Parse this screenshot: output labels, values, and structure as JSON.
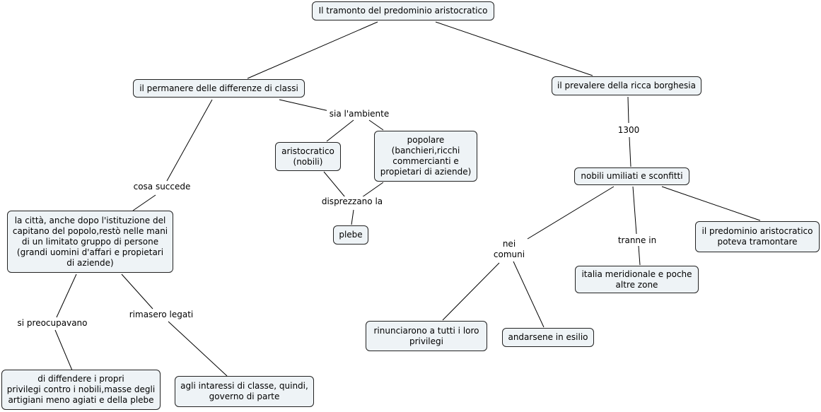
{
  "nodes": {
    "root": "Il tramonto del predominio aristocratico",
    "permanere": "il permanere delle differenze di classi",
    "prevalere": "il prevalere della ricca borghesia",
    "aristocratico": "aristocratico\n(nobili)",
    "popolare": "popolare\n(banchieri,ricchi\ncommercianti e\npropietari di aziende)",
    "plebe": "plebe",
    "citta": "la città, anche dopo l'istituzione del\ncapitano del popolo,restò nelle mani\ndi un limitato gruppo di persone\n(grandi uomini d'affari e propietari\ndi aziende)",
    "difendere": "di diffendere i propri\nprivilegi contro i nobili,masse degli\nartigiani meno agiati e della plebe",
    "interessi": "agli intaressi di classe, quindi,\ngoverno di parte",
    "nobili_umiliati": "nobili umiliati e sconfitti",
    "italia": "italia meridionale e poche\naltre zone",
    "predominio": "il predominio aristocratico\npoteva tramontare",
    "rinunciarono": "rinunciarono a tutti i loro\nprivilegi",
    "esilio": "andarsene in esilio"
  },
  "links": {
    "sia_ambiente": "sia l'ambiente",
    "disprezzano": "disprezzano la",
    "cosa_succede": "cosa succede",
    "si_preoccupavano": "si preocupavano",
    "rimasero": "rimasero legati",
    "anno": "1300",
    "nei_comuni": "nei\ncomuni",
    "tranne": "tranne in"
  }
}
